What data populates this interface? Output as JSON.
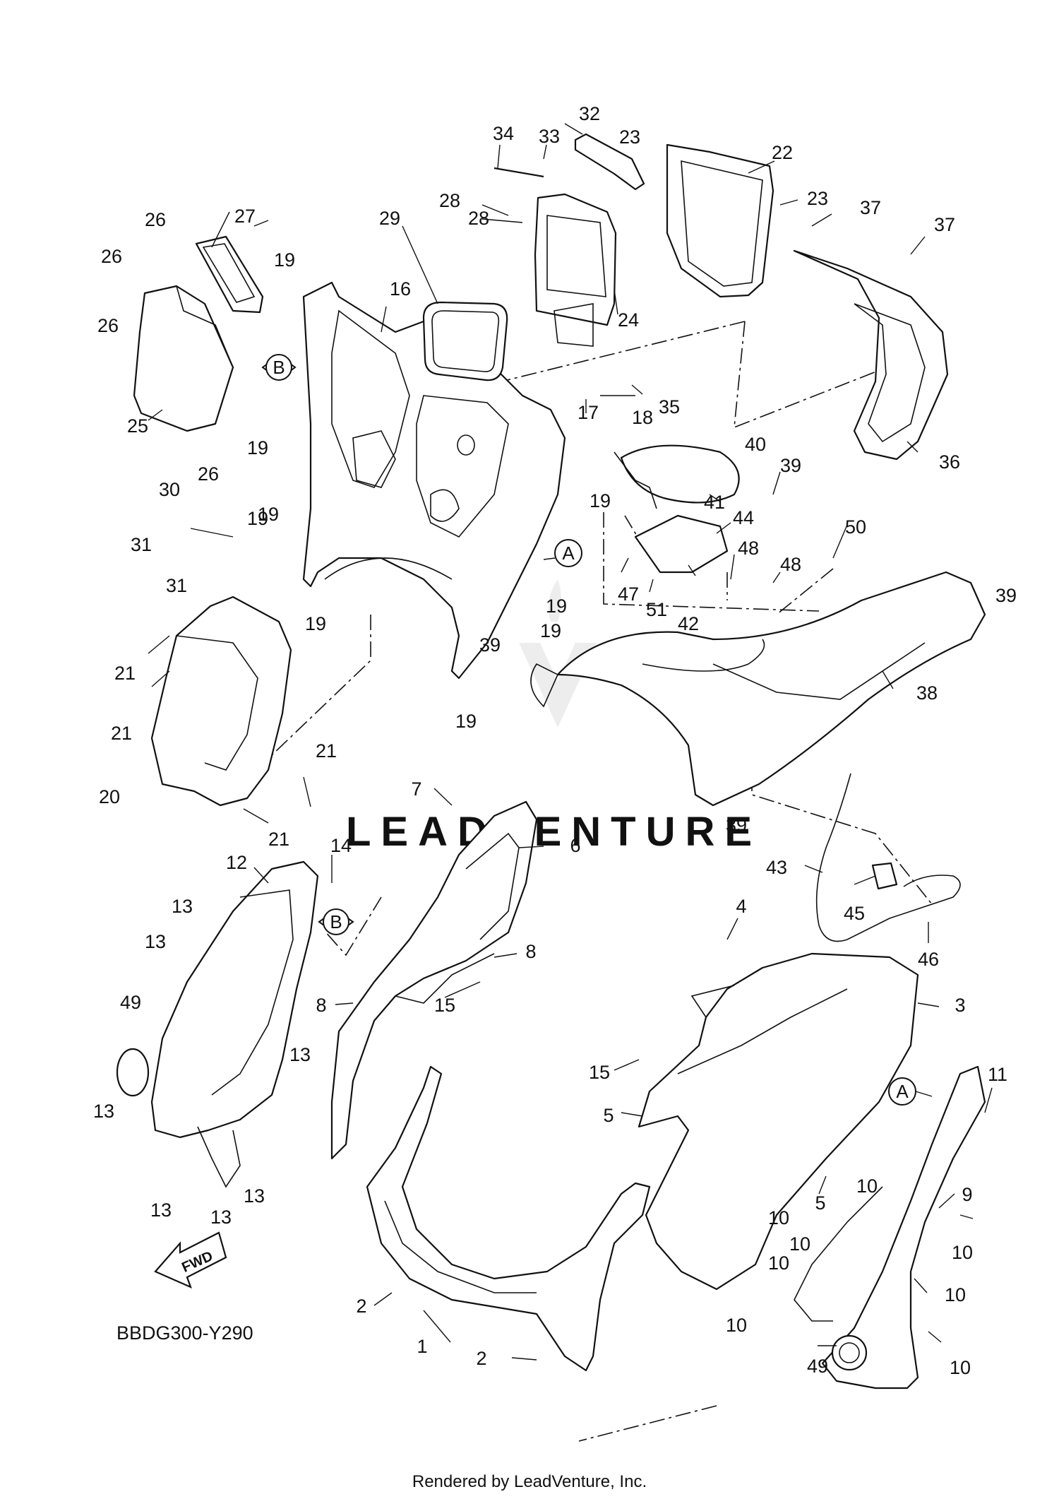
{
  "diagram": {
    "code": "BBDG300-Y290",
    "credit": "Rendered by LeadVenture, Inc.",
    "watermark": "LEADVENTURE",
    "fwd_label": "FWD",
    "ref_tags": [
      "A",
      "B"
    ],
    "callouts": [
      {
        "label": "1"
      },
      {
        "label": "2"
      },
      {
        "label": "2"
      },
      {
        "label": "3"
      },
      {
        "label": "4"
      },
      {
        "label": "5"
      },
      {
        "label": "5"
      },
      {
        "label": "6"
      },
      {
        "label": "7"
      },
      {
        "label": "8"
      },
      {
        "label": "8"
      },
      {
        "label": "9"
      },
      {
        "label": "10"
      },
      {
        "label": "10"
      },
      {
        "label": "10"
      },
      {
        "label": "10"
      },
      {
        "label": "10"
      },
      {
        "label": "10"
      },
      {
        "label": "10"
      },
      {
        "label": "10"
      },
      {
        "label": "11"
      },
      {
        "label": "12"
      },
      {
        "label": "13"
      },
      {
        "label": "13"
      },
      {
        "label": "13"
      },
      {
        "label": "13"
      },
      {
        "label": "13"
      },
      {
        "label": "13"
      },
      {
        "label": "13"
      },
      {
        "label": "14"
      },
      {
        "label": "15"
      },
      {
        "label": "15"
      },
      {
        "label": "16"
      },
      {
        "label": "17"
      },
      {
        "label": "18"
      },
      {
        "label": "19"
      },
      {
        "label": "19"
      },
      {
        "label": "19"
      },
      {
        "label": "19"
      },
      {
        "label": "19"
      },
      {
        "label": "19"
      },
      {
        "label": "19"
      },
      {
        "label": "19"
      },
      {
        "label": "19"
      },
      {
        "label": "20"
      },
      {
        "label": "21"
      },
      {
        "label": "21"
      },
      {
        "label": "21"
      },
      {
        "label": "21"
      },
      {
        "label": "22"
      },
      {
        "label": "23"
      },
      {
        "label": "23"
      },
      {
        "label": "24"
      },
      {
        "label": "25"
      },
      {
        "label": "26"
      },
      {
        "label": "26"
      },
      {
        "label": "26"
      },
      {
        "label": "26"
      },
      {
        "label": "27"
      },
      {
        "label": "28"
      },
      {
        "label": "28"
      },
      {
        "label": "29"
      },
      {
        "label": "30"
      },
      {
        "label": "31"
      },
      {
        "label": "31"
      },
      {
        "label": "32"
      },
      {
        "label": "33"
      },
      {
        "label": "34"
      },
      {
        "label": "35"
      },
      {
        "label": "36"
      },
      {
        "label": "37"
      },
      {
        "label": "37"
      },
      {
        "label": "38"
      },
      {
        "label": "39"
      },
      {
        "label": "39"
      },
      {
        "label": "39"
      },
      {
        "label": "39"
      },
      {
        "label": "40"
      },
      {
        "label": "41"
      },
      {
        "label": "42"
      },
      {
        "label": "43"
      },
      {
        "label": "44"
      },
      {
        "label": "45"
      },
      {
        "label": "46"
      },
      {
        "label": "47"
      },
      {
        "label": "48"
      },
      {
        "label": "48"
      },
      {
        "label": "49"
      },
      {
        "label": "49"
      },
      {
        "label": "50"
      },
      {
        "label": "51"
      }
    ]
  }
}
